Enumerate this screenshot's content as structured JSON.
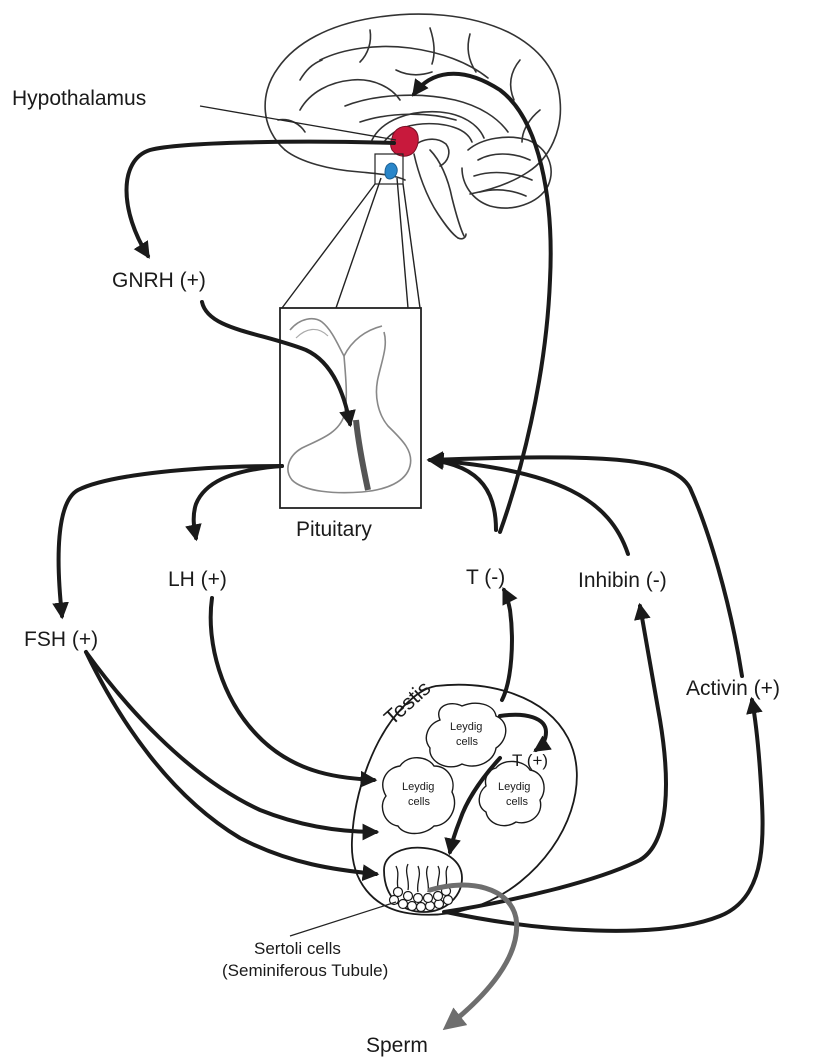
{
  "labels": {
    "hypothalamus": "Hypothalamus",
    "gnrh": "GNRH (+)",
    "pituitary": "Pituitary",
    "lh": "LH (+)",
    "fsh": "FSH (+)",
    "t_neg": "T (-)",
    "inhibin": "Inhibin (-)",
    "activin": "Activin (+)",
    "testis": "Testis",
    "t_pos": "T (+)",
    "leydig_1_line1": "Leydig",
    "leydig_1_line2": "cells",
    "leydig_2_line1": "Leydig",
    "leydig_2_line2": "cells",
    "leydig_3_line1": "Leydig",
    "leydig_3_line2": "cells",
    "sertoli_line1": "Sertoli cells",
    "sertoli_line2": "(Seminiferous Tubule)",
    "sperm": "Sperm"
  },
  "colors": {
    "arrow": "#1a1a1a",
    "hypothalamus": "#c8193c",
    "pituitary_gland": "#2a86c9",
    "sperm_arrow": "#6e6e6e"
  }
}
